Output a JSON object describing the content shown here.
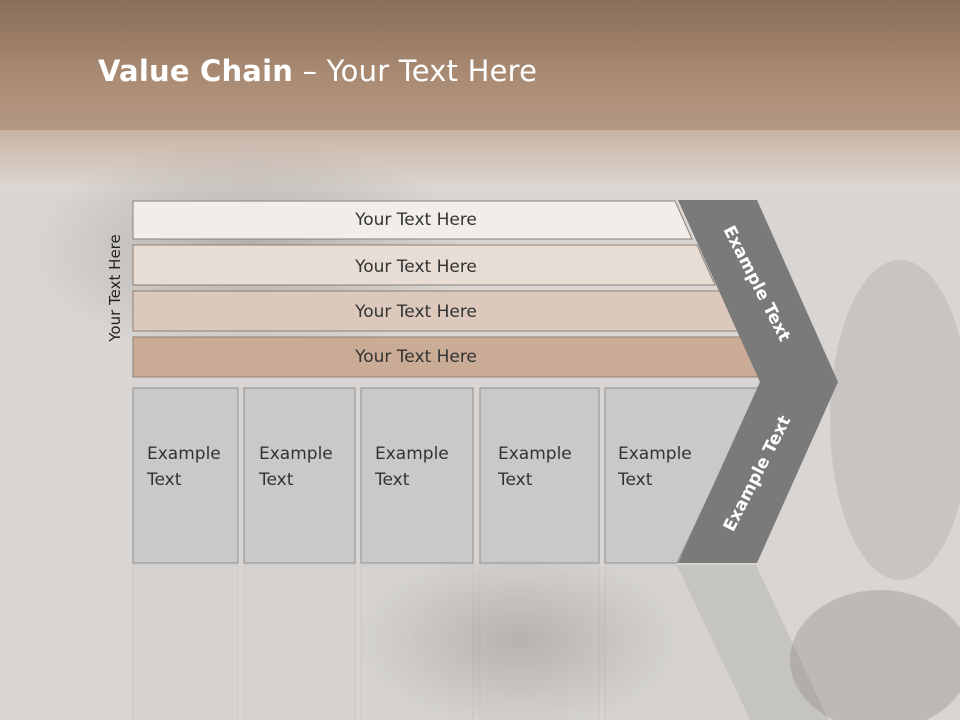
{
  "title": {
    "bold": "Value Chain",
    "rest": "– Your Text Here"
  },
  "side_label": "Your Text Here",
  "bars": [
    {
      "label": "Your Text Here",
      "color": "#f1eeea"
    },
    {
      "label": "Your Text Here",
      "color": "#e7ddd4"
    },
    {
      "label": "Your Text Here",
      "color": "#dcc9bc"
    },
    {
      "label": "Your Text Here",
      "color": "#c9ab96"
    }
  ],
  "boxes": [
    {
      "line1": "Example",
      "line2": "Text"
    },
    {
      "line1": "Example",
      "line2": "Text"
    },
    {
      "line1": "Example",
      "line2": "Text"
    },
    {
      "line1": "Example",
      "line2": "Text"
    },
    {
      "line1": "Example",
      "line2": "Text"
    }
  ],
  "chevron": {
    "top_label": "Example Text",
    "bottom_label": "Example Text",
    "color": "#7a7a7a"
  },
  "colors": {
    "header": "#a58468",
    "box": "#c9c9c9"
  }
}
